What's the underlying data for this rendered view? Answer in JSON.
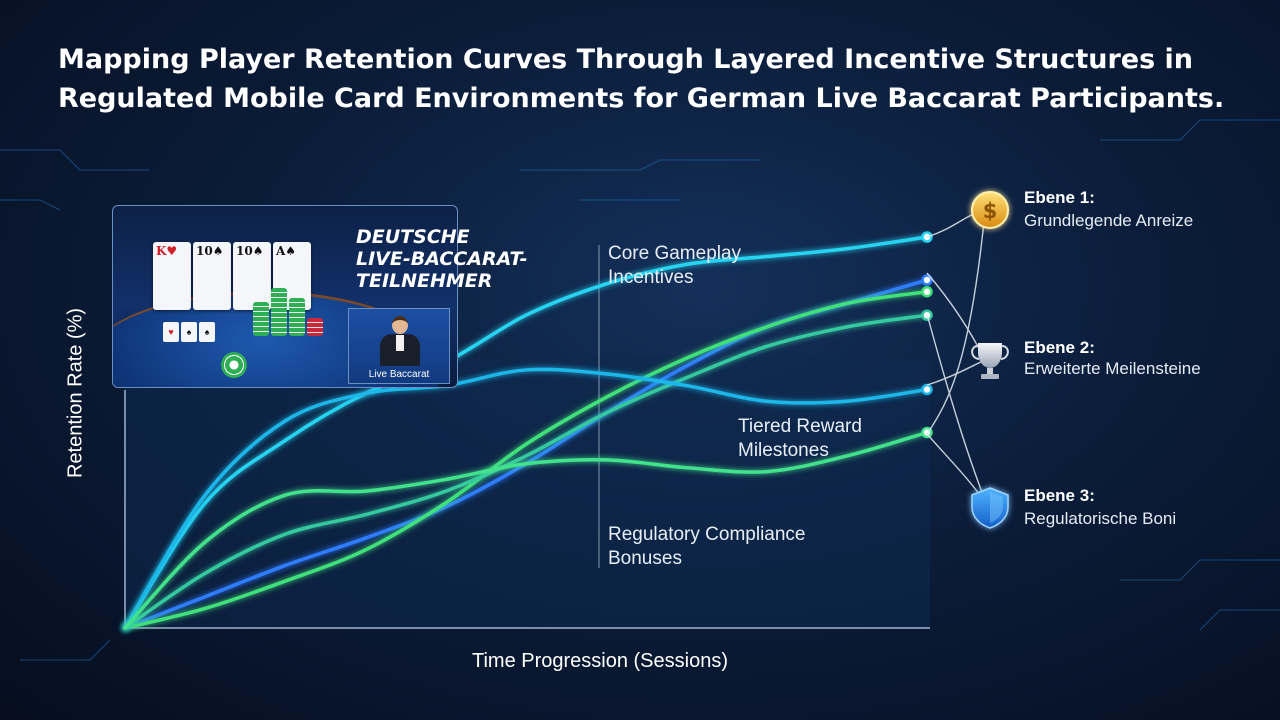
{
  "title": {
    "line1": "Mapping Player Retention Curves Through Layered Incentive Structures in",
    "line2": "Regulated Mobile Card Environments for German Live Baccarat Participants."
  },
  "inset": {
    "title_lines": [
      "DEUTSCHE",
      "LIVE-BACCARAT-",
      "TEILNEHMER"
    ],
    "dealer_label": "Live Baccarat",
    "cards": [
      "K♥",
      "10♠",
      "10♠",
      "A♠"
    ]
  },
  "annotations": {
    "core": [
      "Core Gameplay",
      "Incentives"
    ],
    "tiered": [
      "Tiered Reward",
      "Milestones"
    ],
    "regulatory": [
      "Regulatory Compliance",
      "Bonuses"
    ]
  },
  "tiers": [
    {
      "heading": "Ebene 1:",
      "label": "Grundlegende Anreize",
      "icon": "gold-coin-icon"
    },
    {
      "heading": "Ebene 2:",
      "label": "Erweiterte Meilensteine",
      "icon": "trophy-icon"
    },
    {
      "heading": "Ebene 3:",
      "label": "Regulatorische Boni",
      "icon": "shield-icon"
    }
  ],
  "colors": {
    "background": "#0b1d3a",
    "cyan": "#27d3f0",
    "blue": "#2f7dff",
    "green": "#3fe07a",
    "teal_green": "#36c9a0",
    "gold": "#f5b62a"
  },
  "chart_data": {
    "type": "line",
    "title": "",
    "xlabel": "Time Progression (Sessions)",
    "ylabel": "Retention Rate (%)",
    "x_ticks_shown": false,
    "y_ticks_shown": false,
    "series": [
      {
        "color": "#27d3f0",
        "points": [
          [
            0,
            0
          ],
          [
            10,
            32
          ],
          [
            20,
            48
          ],
          [
            30,
            60
          ],
          [
            40,
            68
          ],
          [
            50,
            80
          ],
          [
            60,
            88
          ],
          [
            70,
            93
          ],
          [
            80,
            95
          ],
          [
            90,
            97
          ],
          [
            100,
            100
          ]
        ]
      },
      {
        "color": "#2f7dff",
        "points": [
          [
            0,
            0
          ],
          [
            10,
            8
          ],
          [
            20,
            16
          ],
          [
            30,
            23
          ],
          [
            40,
            31
          ],
          [
            50,
            42
          ],
          [
            60,
            55
          ],
          [
            70,
            67
          ],
          [
            80,
            77
          ],
          [
            90,
            83
          ],
          [
            100,
            89
          ]
        ]
      },
      {
        "color": "#3fe07a",
        "points": [
          [
            0,
            0
          ],
          [
            10,
            5
          ],
          [
            20,
            12
          ],
          [
            30,
            20
          ],
          [
            40,
            32
          ],
          [
            50,
            47
          ],
          [
            60,
            59
          ],
          [
            70,
            69
          ],
          [
            80,
            77
          ],
          [
            90,
            83
          ],
          [
            100,
            86
          ]
        ]
      },
      {
        "color": "#36c9a0",
        "points": [
          [
            0,
            0
          ],
          [
            10,
            14
          ],
          [
            20,
            24
          ],
          [
            30,
            29
          ],
          [
            40,
            35
          ],
          [
            50,
            44
          ],
          [
            60,
            55
          ],
          [
            70,
            64
          ],
          [
            80,
            72
          ],
          [
            90,
            77
          ],
          [
            100,
            80
          ]
        ]
      },
      {
        "color": "#1fb6e8",
        "points": [
          [
            0,
            0
          ],
          [
            10,
            34
          ],
          [
            20,
            53
          ],
          [
            30,
            60
          ],
          [
            40,
            62
          ],
          [
            50,
            66
          ],
          [
            60,
            65
          ],
          [
            70,
            62
          ],
          [
            80,
            58
          ],
          [
            90,
            58
          ],
          [
            100,
            61
          ]
        ]
      },
      {
        "color": "#43e28c",
        "points": [
          [
            0,
            0
          ],
          [
            10,
            22
          ],
          [
            20,
            34
          ],
          [
            30,
            35
          ],
          [
            40,
            38
          ],
          [
            50,
            42
          ],
          [
            60,
            43
          ],
          [
            70,
            41
          ],
          [
            80,
            40
          ],
          [
            90,
            44
          ],
          [
            100,
            50
          ]
        ]
      }
    ]
  }
}
